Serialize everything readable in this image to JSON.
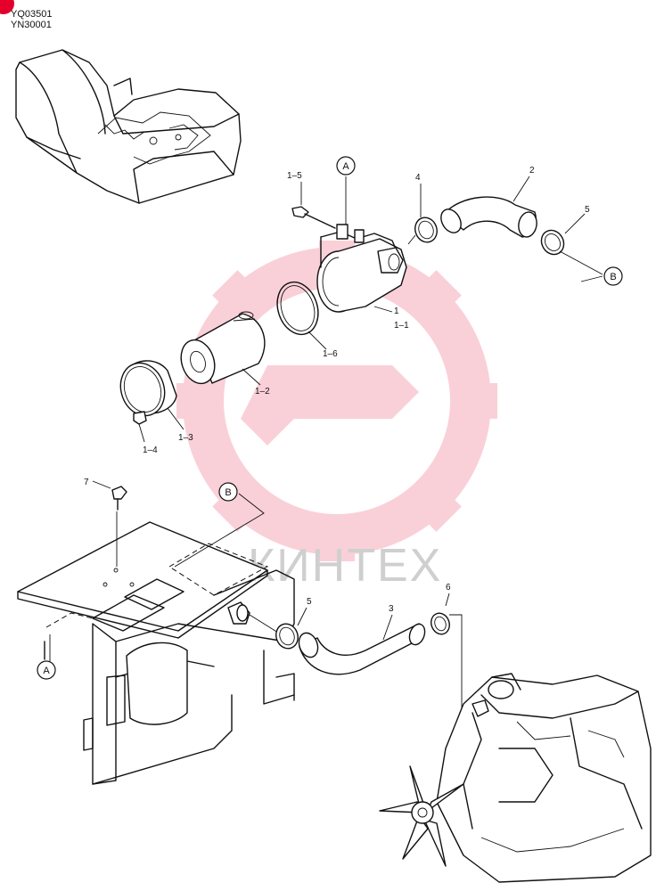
{
  "header": {
    "codes": [
      "YQ03501",
      "YN30001"
    ]
  },
  "watermark": {
    "text": "КИНТЕХ",
    "color": "#e4002b"
  },
  "callouts": {
    "a_top": "A",
    "b_right": "B",
    "b_mid": "B",
    "a_left": "A"
  },
  "parts": {
    "p1_5": "1–5",
    "p4": "4",
    "p2": "2",
    "p5_top": "5",
    "p1": "1",
    "p1_1": "1–1",
    "p1_6": "1–6",
    "p1_2": "1–2",
    "p1_3": "1–3",
    "p1_4": "1–4",
    "p7": "7",
    "p5_bottom": "5",
    "p3": "3",
    "p6": "6"
  },
  "colors": {
    "line": "#111111",
    "background": "#ffffff",
    "accent": "#e4002b"
  }
}
